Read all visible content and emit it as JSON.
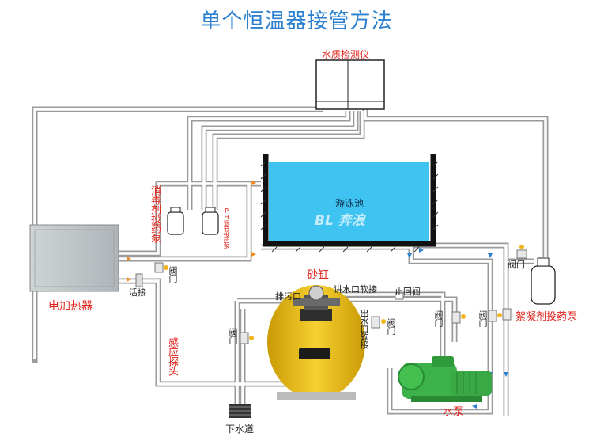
{
  "title": "单个恒温器接管方法",
  "labels": {
    "water_quality_monitor": "水质检测仪",
    "pool": "游泳池",
    "brand_logo": "BL 奔浪",
    "disinfectant_pump": "消毒剂投药泵",
    "ph_pump": "PH调节投药泵",
    "electric_heater": "电加热器",
    "union": "活接",
    "valve": "阀门",
    "sensor_probe": "感应探头",
    "sand_filter": "砂缸",
    "drain_port": "排污口",
    "inlet_soft_joint": "讲水口软接",
    "check_valve": "止回阀",
    "outlet_soft_joint": "出水口软接",
    "sewer": "下水道",
    "water_pump": "水泵",
    "flocculant_pump": "絮凝剂投药泵"
  },
  "colors": {
    "title": "#2a7fd0",
    "label_red": "#e0241b",
    "pool_water": "#3fc4f2",
    "pipe_gray": "#c8c8c8",
    "tank_yellow": "#f2c318",
    "pump_green": "#3eb24a"
  }
}
